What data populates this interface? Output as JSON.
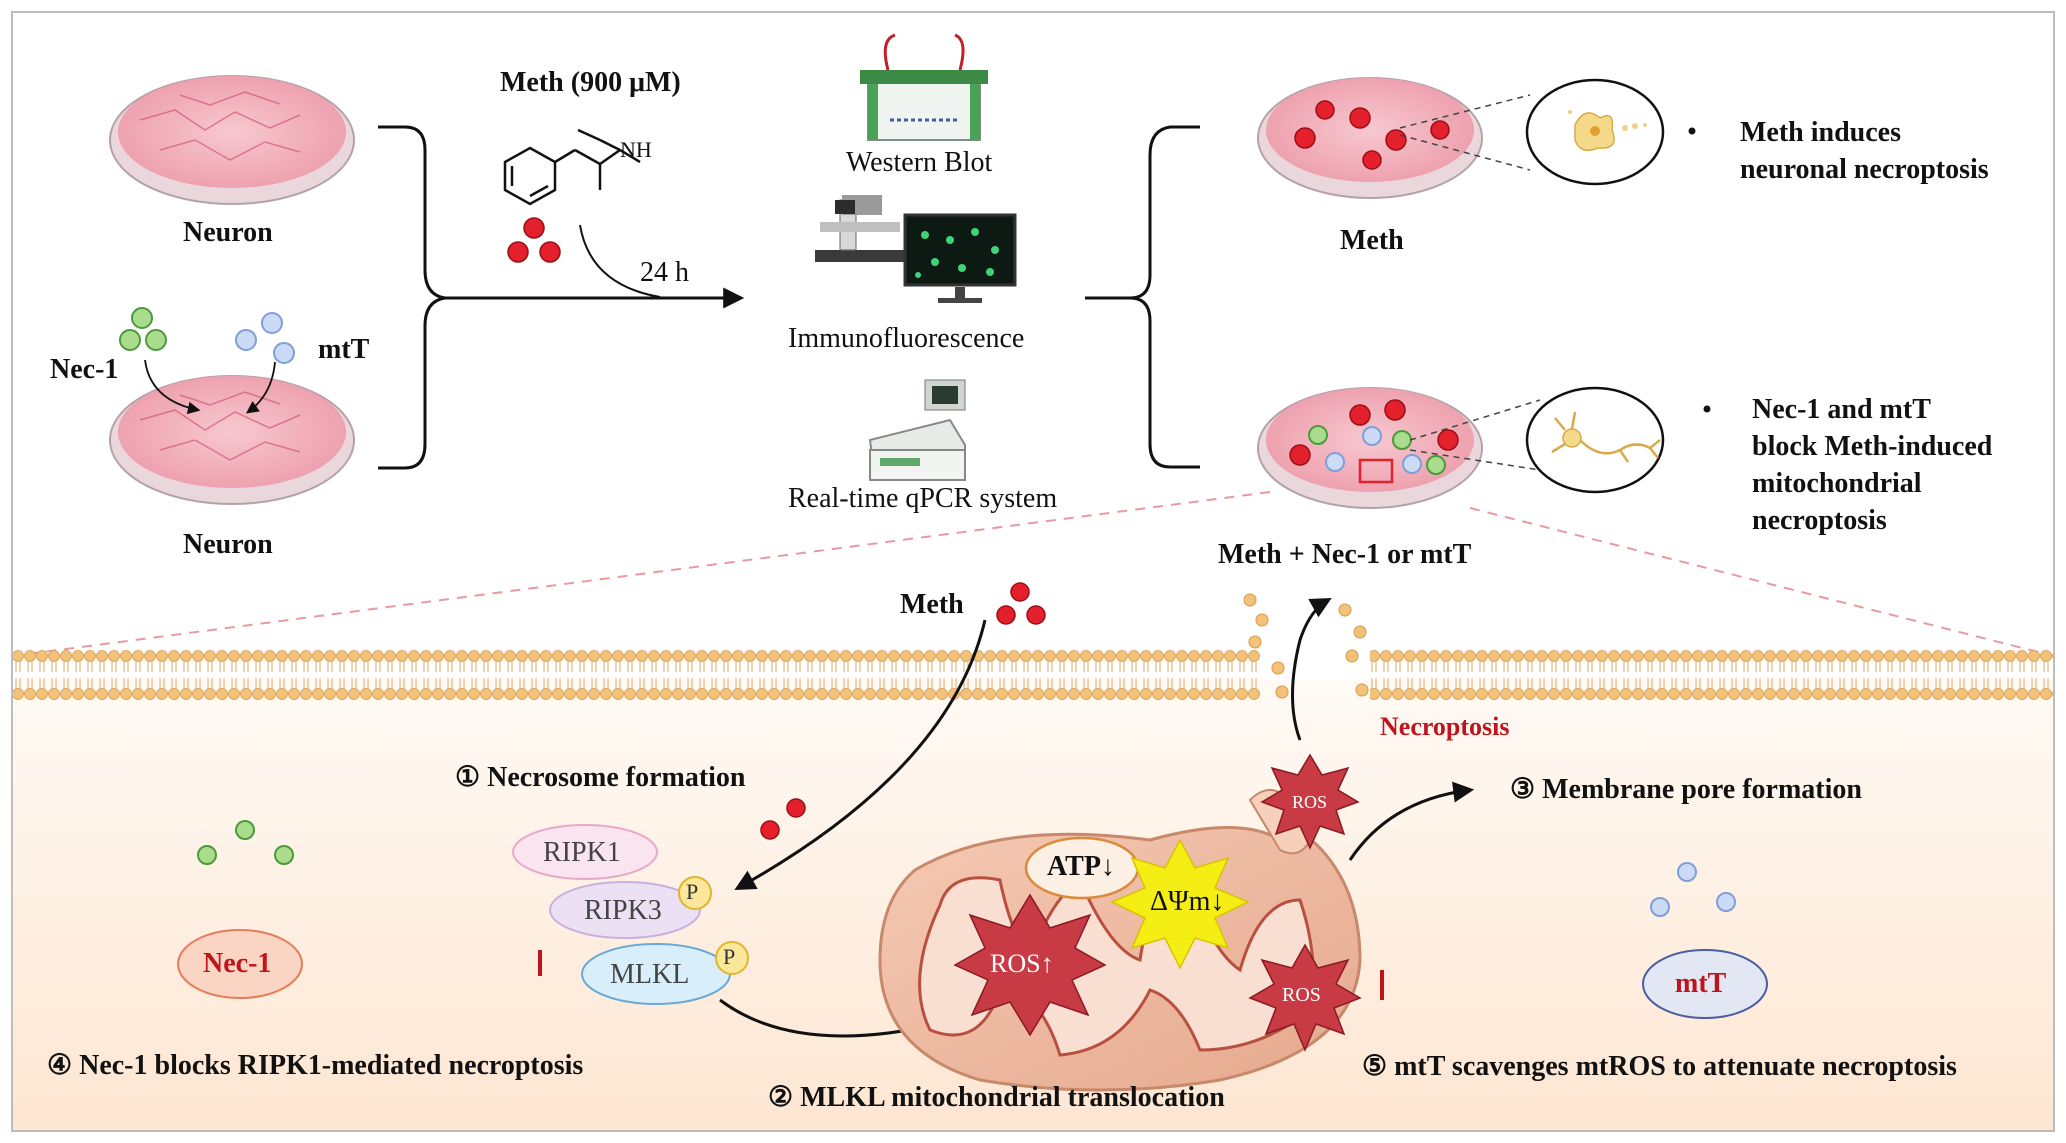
{
  "top": {
    "neuron_label_1": "Neuron",
    "neuron_label_2": "Neuron",
    "nec1_label": "Nec-1",
    "mtt_label": "mtT",
    "meth_dose": "Meth (900 μM)",
    "nh_label": "NH",
    "time": "24 h",
    "methods": [
      "Western Blot",
      "Immunofluorescence",
      "Real-time qPCR system"
    ],
    "result_meth": "Meth",
    "result_combo": "Meth + Nec-1 or mtT",
    "bullet_1": [
      "Meth induces",
      "neuronal necroptosis"
    ],
    "bullet_2": [
      "Nec-1 and mtT",
      "block Meth-induced",
      "mitochondrial",
      "necroptosis"
    ]
  },
  "mechanism": {
    "meth": "Meth",
    "step1": "① Necrosome formation",
    "step2": "② MLKL mitochondrial translocation",
    "step3": "③ Membrane pore formation",
    "step4": "④ Nec-1 blocks RIPK1-mediated necroptosis",
    "step5": "⑤ mtT scavenges mtROS to attenuate necroptosis",
    "necroptosis": "Necroptosis",
    "ripk1": "RIPK1",
    "ripk3": "RIPK3",
    "mlkl": "MLKL",
    "p": "P",
    "nec1": "Nec-1",
    "mtt": "mtT",
    "atp": "ATP↓",
    "dpsi": "ΔΨm↓",
    "ros_up": "ROS↑",
    "ros_1": "ROS",
    "ros_2": "ROS"
  },
  "colors": {
    "meth_red": "#d81f2a",
    "nec1_green": "#8cd17a",
    "mtt_blue": "#b9cdf0",
    "inhibit_red": "#c0141c",
    "membrane": "#f0c27a"
  }
}
